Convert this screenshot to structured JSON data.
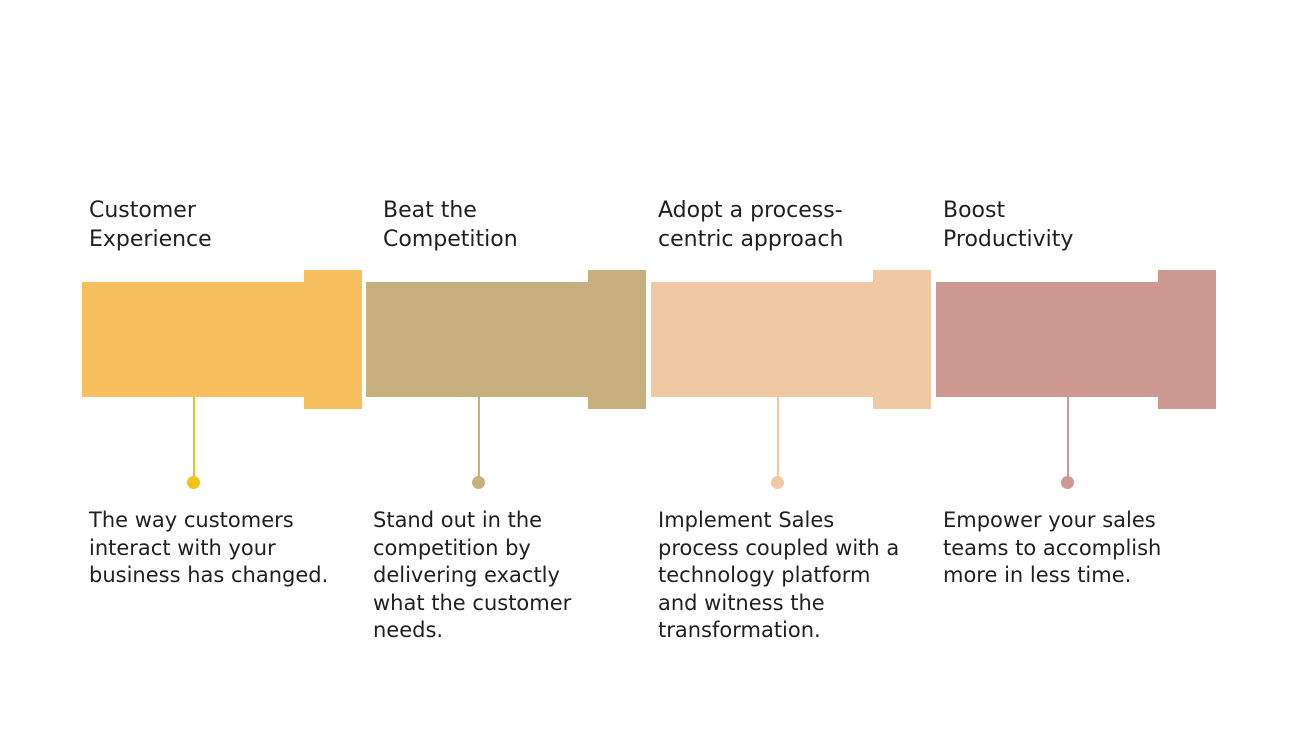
{
  "colors": {
    "step1": "#f7bf5e",
    "step1_dot": "#f2c21b",
    "step2": "#c7b07e",
    "step3": "#f0c8a4",
    "step4": "#cc9891"
  },
  "steps": [
    {
      "title": "Customer\nExperience",
      "description": "The way customers interact with your business has changed."
    },
    {
      "title": "Beat the\nCompetition",
      "description": "Stand out in the competition by delivering exactly what the customer needs."
    },
    {
      "title": "Adopt a process-\ncentric approach",
      "description": "Implement Sales process coupled with a technology platform and witness the transformation."
    },
    {
      "title": "Boost\nProductivity",
      "description": "Empower your sales teams to accomplish more in less time."
    }
  ]
}
